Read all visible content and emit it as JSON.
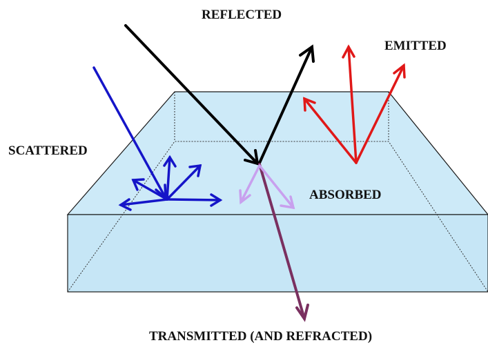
{
  "labels": {
    "reflected": "REFLECTED",
    "emitted": "EMITTED",
    "scattered": "SCATTERED",
    "absorbed": "ABSORBED",
    "transmitted": "TRANSMITTED (AND REFRACTED)"
  },
  "colors": {
    "background": "#ffffff",
    "slab_top": "#cdeaf8",
    "slab_front": "#c6e6f6",
    "incident_and_reflected": "#000000",
    "scattered": "#1515c8",
    "emitted": "#e01818",
    "absorbed": "#c8a0ee",
    "transmitted": "#7a3060"
  }
}
